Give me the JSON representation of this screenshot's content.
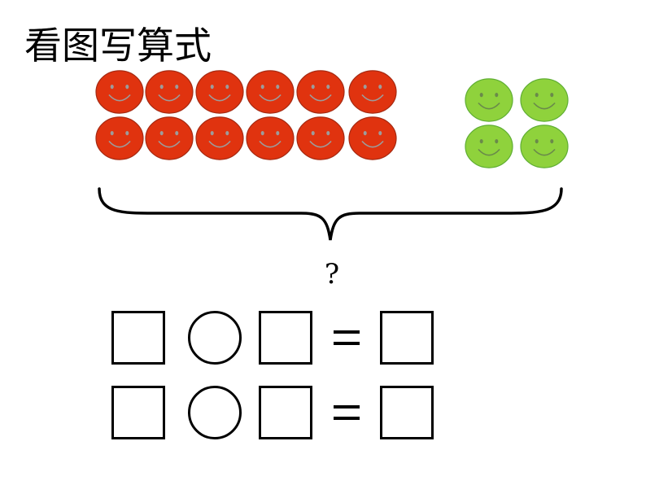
{
  "title": "看图写算式",
  "question_mark": "?",
  "colors": {
    "red_face": "#e0330f",
    "red_face_stroke": "#a52a12",
    "red_face_feature": "#9c9c9c",
    "green_face": "#8fd23c",
    "green_face_stroke": "#5fae33",
    "green_face_feature": "#6a8a4a",
    "line": "#000000"
  },
  "groups": {
    "red_smileys": {
      "count": 12,
      "icon": "red-smiley-face-icon"
    },
    "green_smileys": {
      "count": 4,
      "icon": "green-smiley-face-icon"
    }
  },
  "equations": [
    {
      "slots": [
        "box",
        "circle",
        "box",
        "equals",
        "box"
      ]
    },
    {
      "slots": [
        "box",
        "circle",
        "box",
        "equals",
        "box"
      ]
    }
  ]
}
